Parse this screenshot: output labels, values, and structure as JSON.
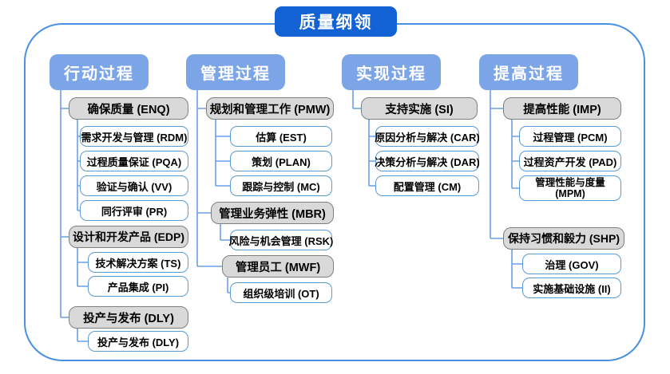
{
  "title": "质量纲领",
  "columns": [
    {
      "label": "行动过程",
      "groups": [
        {
          "label": "确保质量 (ENQ)",
          "children": [
            "需求开发与管理 (RDM)",
            "过程质量保证 (PQA)",
            "验证与确认 (VV)",
            "同行评审 (PR)"
          ]
        },
        {
          "label": "设计和开发产品 (EDP)",
          "children": [
            "技术解决方案 (TS)",
            "产品集成 (PI)"
          ]
        },
        {
          "label": "投产与发布 (DLY)",
          "children": [
            "投产与发布 (DLY)"
          ]
        }
      ]
    },
    {
      "label": "管理过程",
      "groups": [
        {
          "label": "规划和管理工作 (PMW)",
          "children": [
            "估算 (EST)",
            "策划 (PLAN)",
            "跟踪与控制 (MC)"
          ]
        },
        {
          "label": "管理业务弹性 (MBR)",
          "children": [
            "风险与机会管理 (RSK)"
          ]
        },
        {
          "label": "管理员工 (MWF)",
          "children": [
            "组织级培训 (OT)"
          ]
        }
      ]
    },
    {
      "label": "实现过程",
      "groups": [
        {
          "label": "支持实施 (SI)",
          "children": [
            "原因分析与解决 (CAR)",
            "决策分析与解决 (DAR)",
            "配置管理 (CM)"
          ]
        }
      ]
    },
    {
      "label": "提高过程",
      "groups": [
        {
          "label": "提高性能 (IMP)",
          "children": [
            "过程管理 (PCM)",
            "过程资产开发 (PAD)",
            "管理性能与度量 (MPM)"
          ]
        },
        {
          "label": "保持习惯和毅力 (SHP)",
          "children": [
            "治理 (GOV)",
            "实施基础设施 (II)"
          ]
        }
      ]
    }
  ],
  "colors": {
    "title_bg": "#1262d3",
    "header_bg": "#7CA5E8",
    "gray_fill": "#d9d9d9",
    "gray_border": "#7f7f7f",
    "white_border": "#5b9bd5",
    "connector": "#6C9EE8",
    "frame_border": "#4a90e2"
  }
}
